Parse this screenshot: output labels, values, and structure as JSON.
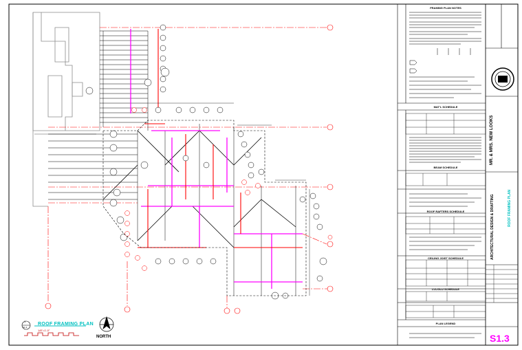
{
  "drawing": {
    "plan_title": "ROOF FRAMING PLAN",
    "plan_scale": "1/8\"=1'-0\"",
    "north_label": "NORTH",
    "detail_bubble": "1",
    "detail_ref": "S1.3"
  },
  "notes_panel": {
    "framing_notes_title": "FRAMING PLAN NOTES",
    "mats_schedule_title": "MAT'L SCHEDULE",
    "beam_schedule_title": "BEAM SCHEDULE",
    "roof_rafters_title": "ROOF RAFTERS SCHEDULE",
    "ceiling_joist_title": "CEILING JOIST SCHEDULE",
    "lvl_title": "LVL/GLU SCHEDULE",
    "plan_legend_title": "PLAN LEGEND"
  },
  "title_block": {
    "project_name": "MR. & MRS. NEW LOOKS",
    "designer": "ARCHITECTURAL DESIGN & DRAFTING",
    "sheet_title": "ROOF FRAMING PLAN",
    "sheet_number": "S1.3"
  },
  "colors": {
    "red": "#ff0000",
    "dark_red": "#c00000",
    "magenta": "#ff00ff",
    "cyan": "#00c0c0",
    "black": "#000000",
    "gray": "#7f7f7f"
  }
}
